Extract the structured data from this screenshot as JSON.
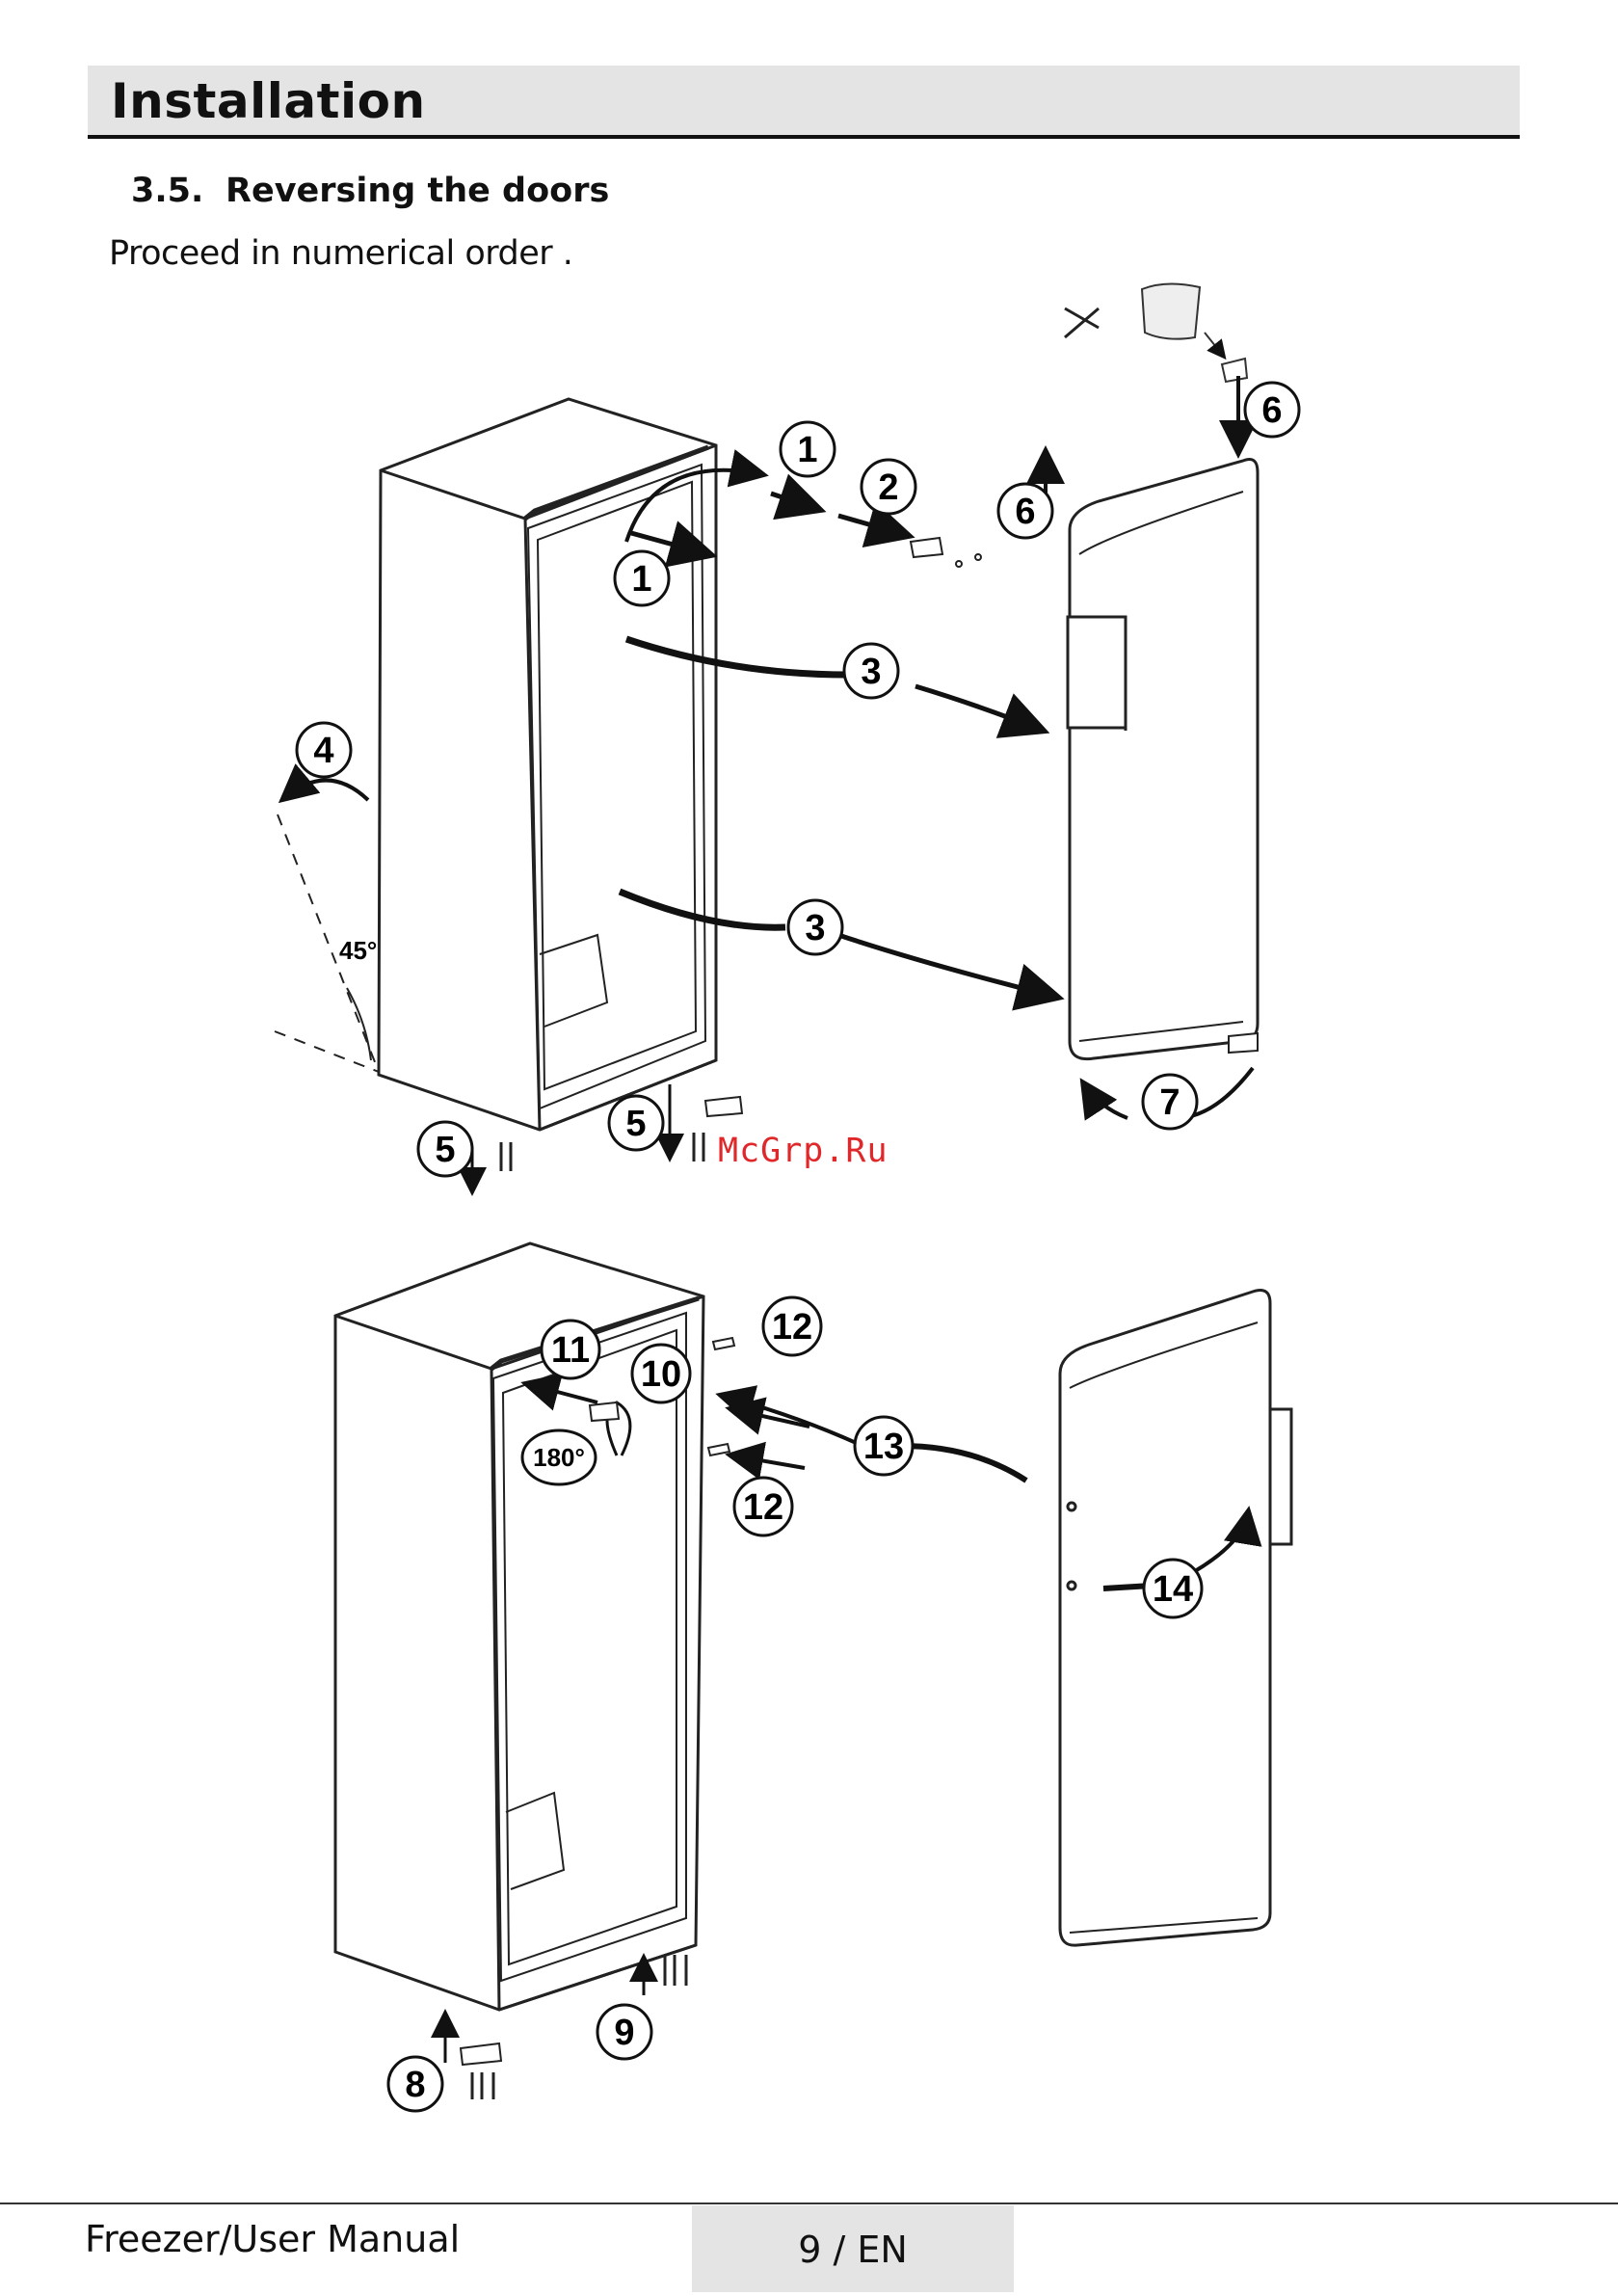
{
  "header": {
    "title": "Installation"
  },
  "section": {
    "number": "3.5.",
    "title": "Reversing the doors"
  },
  "intro": "Proceed in numerical order .",
  "diagram": {
    "steps_top": [
      "1",
      "1",
      "2",
      "3",
      "3",
      "4",
      "5",
      "5",
      "6",
      "6",
      "7"
    ],
    "steps_bottom": [
      "8",
      "9",
      "10",
      "11",
      "12",
      "12",
      "13",
      "14"
    ],
    "angle_label": "45°",
    "rotation_label": "180°",
    "watermark": "McGrp.Ru"
  },
  "footer": {
    "manual": "Freezer/User Manual",
    "page": "9 /  EN"
  },
  "colors": {
    "header_bg": "#e4e4e4",
    "watermark": "#e0282b",
    "ink": "#111111"
  }
}
